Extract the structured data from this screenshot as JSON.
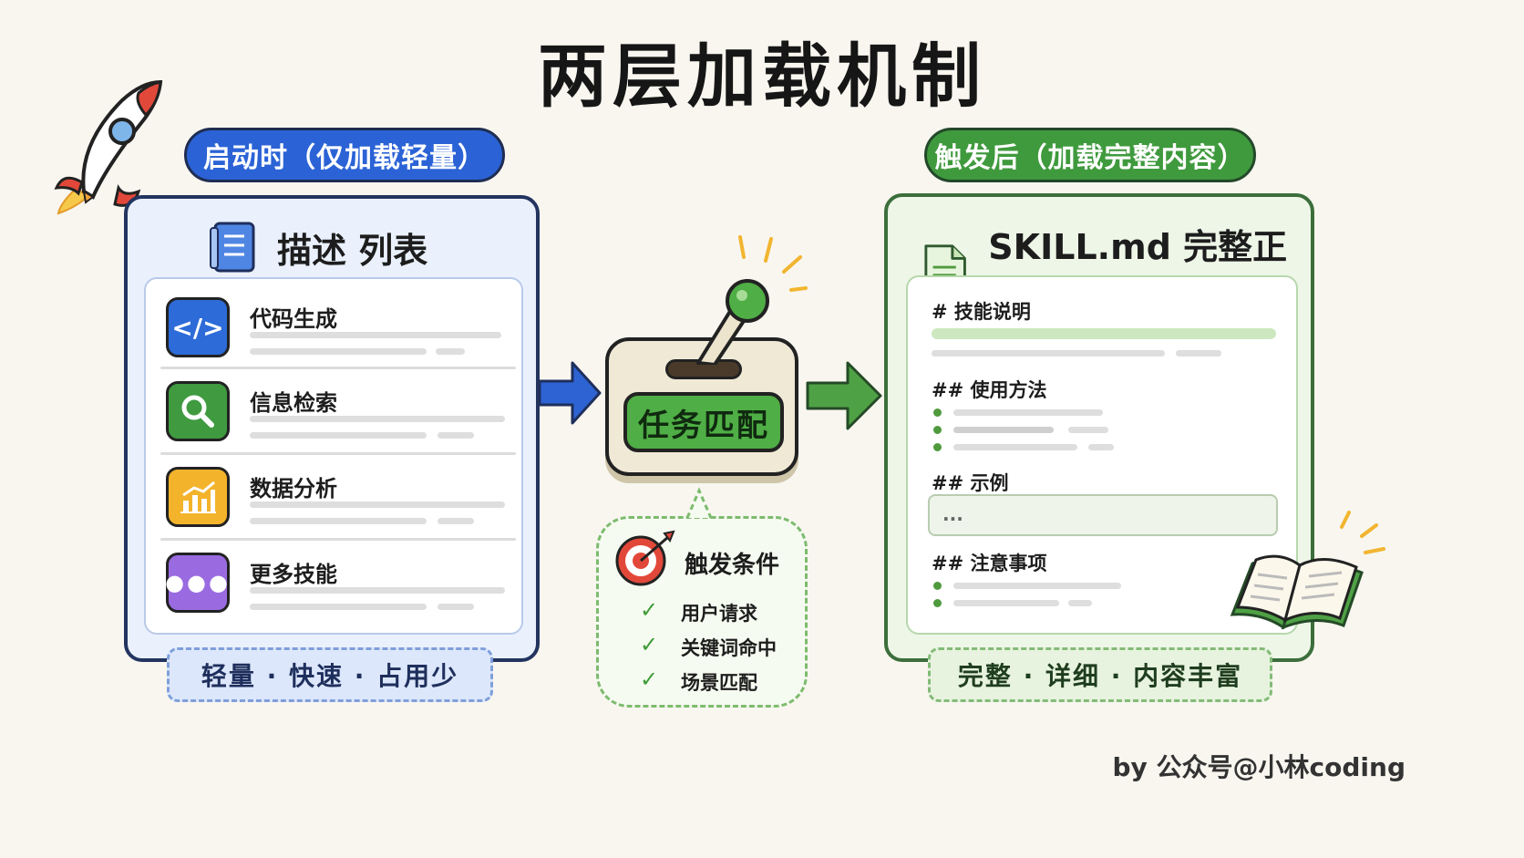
{
  "title": "两层加载机制",
  "left": {
    "pill": "启动时（仅加载轻量）",
    "heading": "描述 列表",
    "items": [
      {
        "label": "代码生成",
        "icon": "code-icon",
        "color": "#2d6bd8"
      },
      {
        "label": "信息检索",
        "icon": "search-icon",
        "color": "#3f9a40"
      },
      {
        "label": "数据分析",
        "icon": "chart-icon",
        "color": "#f3b32b"
      },
      {
        "label": "更多技能",
        "icon": "more-icon",
        "color": "#9a6be0"
      }
    ],
    "footer": "轻量 · 快速 · 占用少"
  },
  "center": {
    "switch_label": "任务匹配",
    "trigger_title": "触发条件",
    "conditions": [
      "用户请求",
      "关键词命中",
      "场景匹配"
    ]
  },
  "right": {
    "pill": "触发后（加载完整内容）",
    "heading": "SKILL.md 完整正文",
    "sections": {
      "s1": "# 技能说明",
      "s2": "## 使用方法",
      "s3": "## 示例",
      "s4": "## 注意事项",
      "code": "..."
    },
    "footer": "完整 · 详细 · 内容丰富"
  },
  "credit": "by 公众号@小林coding"
}
